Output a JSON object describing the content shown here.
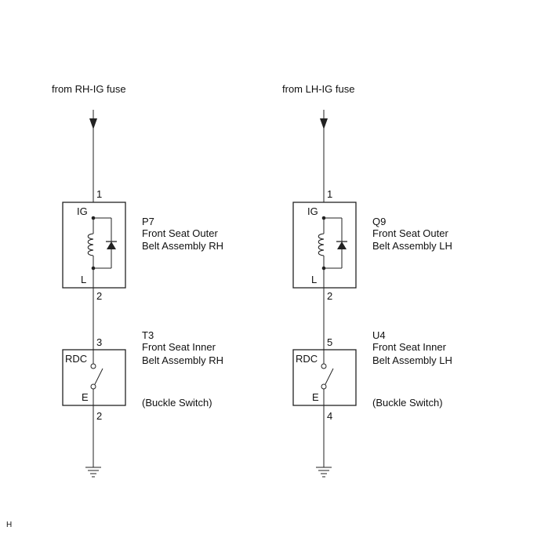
{
  "circuits": [
    {
      "source": "from RH-IG fuse",
      "belt_outer": {
        "code": "P7",
        "name_line1": "Front Seat Outer",
        "name_line2": "Belt Assembly RH",
        "pin_top": "1",
        "pin_bottom": "2",
        "term_top": "IG",
        "term_bottom": "L"
      },
      "belt_inner": {
        "code": "T3",
        "name_line1": "Front Seat Inner",
        "name_line2": "Belt Assembly RH",
        "note": "(Buckle Switch)",
        "pin_top": "3",
        "pin_bottom": "2",
        "term_top": "RDC",
        "term_bottom": "E"
      }
    },
    {
      "source": "from LH-IG fuse",
      "belt_outer": {
        "code": "Q9",
        "name_line1": "Front Seat Outer",
        "name_line2": "Belt Assembly LH",
        "pin_top": "1",
        "pin_bottom": "2",
        "term_top": "IG",
        "term_bottom": "L"
      },
      "belt_inner": {
        "code": "U4",
        "name_line1": "Front Seat Inner",
        "name_line2": "Belt Assembly LH",
        "note": "(Buckle Switch)",
        "pin_top": "5",
        "pin_bottom": "4",
        "term_top": "RDC",
        "term_bottom": "E"
      }
    }
  ],
  "footer_mark": "H"
}
